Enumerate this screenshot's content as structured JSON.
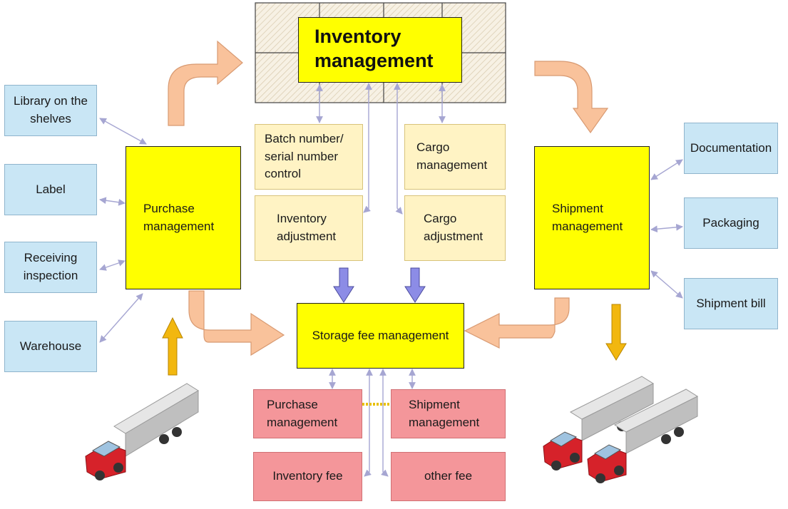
{
  "inventory": {
    "title": "Inventory\nmanagement"
  },
  "left_boxes": {
    "library": "Library on the\nshelves",
    "label": "Label",
    "receiving": "Receiving\ninspection",
    "warehouse": "Warehouse"
  },
  "purchase_main": "Purchase\nmanagement",
  "shipment_main": "Shipment\nmanagement",
  "right_boxes": {
    "documentation": "Documentation",
    "packaging": "Packaging",
    "shipment_bill": "Shipment bill"
  },
  "middle_boxes": {
    "batch": "Batch number/\nserial number\ncontrol",
    "cargo_mgmt": "Cargo\nmanagement",
    "inv_adjust": "Inventory\nadjustment",
    "cargo_adjust": "Cargo\nadjustment"
  },
  "storage_fee": "Storage fee management",
  "fee_boxes": {
    "purchase": "Purchase\nmanagement",
    "shipment": "Shipment\nmanagement",
    "inventory_fee": "Inventory fee",
    "other_fee": "other fee"
  },
  "colors": {
    "yellow": "#ffff00",
    "blue": "#c9e6f5",
    "cream": "#fff3c4",
    "pink": "#f4969a",
    "arrow_orange": "#f9c29b",
    "arrow_gold": "#f2b70f",
    "arrow_purple": "#8c8ce6",
    "connector": "#a6a6d2",
    "truck_red": "#d6222a"
  }
}
